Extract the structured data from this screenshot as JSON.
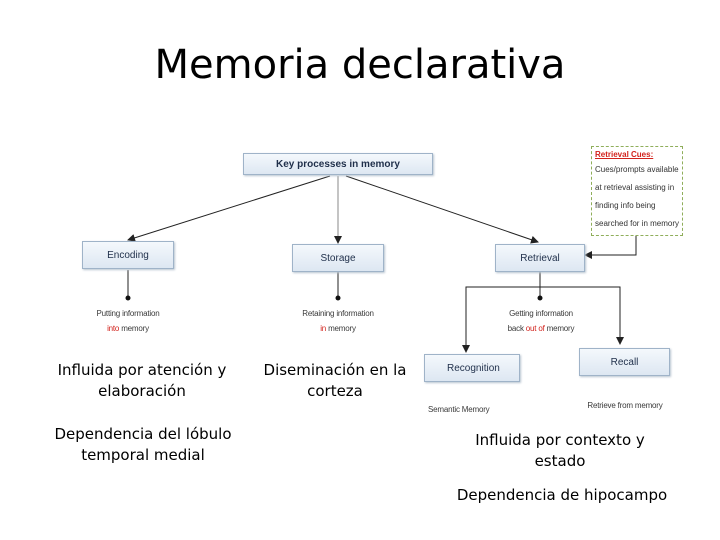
{
  "slide": {
    "title": "Memoria declarativa"
  },
  "diagram": {
    "header": "Key processes in memory",
    "encoding": {
      "label": "Encoding",
      "desc_line1": "Putting information",
      "desc_red": "into",
      "desc_rest": " memory"
    },
    "storage": {
      "label": "Storage",
      "desc_line1": "Retaining information",
      "desc_red": "in",
      "desc_rest": " memory"
    },
    "retrieval": {
      "label": "Retrieval",
      "desc_line1": "Getting information",
      "desc_pre": "back ",
      "desc_red": "out of",
      "desc_rest": " memory"
    },
    "recognition": {
      "label": "Recognition",
      "sub": "Semantic Memory"
    },
    "recall": {
      "label": "Recall",
      "sub": "Retrieve from memory"
    },
    "cues": {
      "title": "Retrieval Cues:",
      "lines": [
        "Cues/prompts available",
        "at retrieval assisting in",
        "finding info being",
        "searched for in memory"
      ]
    },
    "colors": {
      "red_text": "#d2221c",
      "box_border": "#9fb3c8",
      "cues_border": "#8fae5a"
    }
  },
  "notes": {
    "encoding_1": "Influida por atención y elaboración",
    "encoding_2": "Dependencia del lóbulo temporal medial",
    "storage_1": "Diseminación en la corteza",
    "retrieval_1": "Influida por contexto y estado",
    "retrieval_2": "Dependencia de hipocampo"
  }
}
